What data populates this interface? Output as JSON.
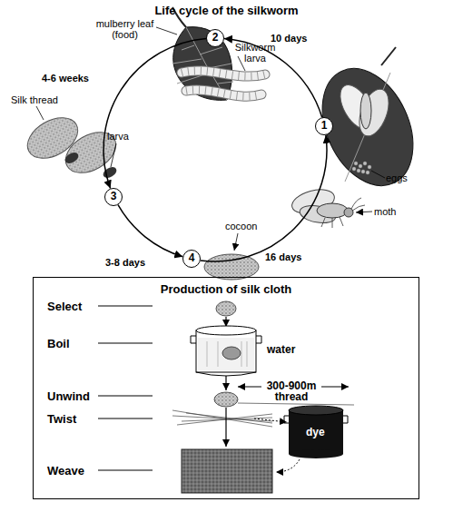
{
  "diagram": {
    "title": "Life cycle of the silkworm",
    "nodes": [
      {
        "text": [
          "1"
        ]
      },
      {
        "text": [
          "2"
        ]
      },
      {
        "text": [
          "3"
        ]
      },
      {
        "text": [
          "4"
        ]
      },
      {
        "text": [
          "Production of silk cloth"
        ]
      }
    ],
    "edges": [
      {
        "from": 0,
        "to": 1,
        "arrow": "to",
        "label": "10 days"
      },
      {
        "from": 1,
        "to": 2,
        "arrow": "to",
        "label": "4-6 weeks"
      },
      {
        "from": 2,
        "to": 3,
        "arrow": "to",
        "label": "3-8 days"
      },
      {
        "from": 3,
        "to": 0,
        "arrow": "to",
        "label": "16 days"
      }
    ],
    "labels": [
      "mulberry leaf (food)",
      "Silkworm larva",
      "eggs",
      "Silk thread",
      "larva",
      "cocoon",
      "moth",
      "Select",
      "Boil",
      "water",
      "Unwind",
      "300-900m thread",
      "Twist",
      "dye",
      "Weave"
    ]
  }
}
